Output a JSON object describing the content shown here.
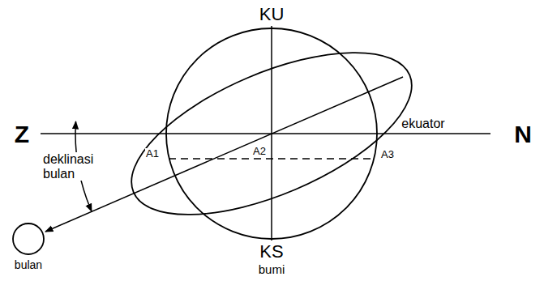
{
  "diagram": {
    "nodes": [
      {
        "text": [
          "bulan"
        ]
      }
    ],
    "labels": [
      "KU",
      "Z",
      "N",
      "ekuator",
      "deklinasi bulan",
      "A1",
      "A2",
      "A3",
      "KS",
      "bumi"
    ]
  }
}
